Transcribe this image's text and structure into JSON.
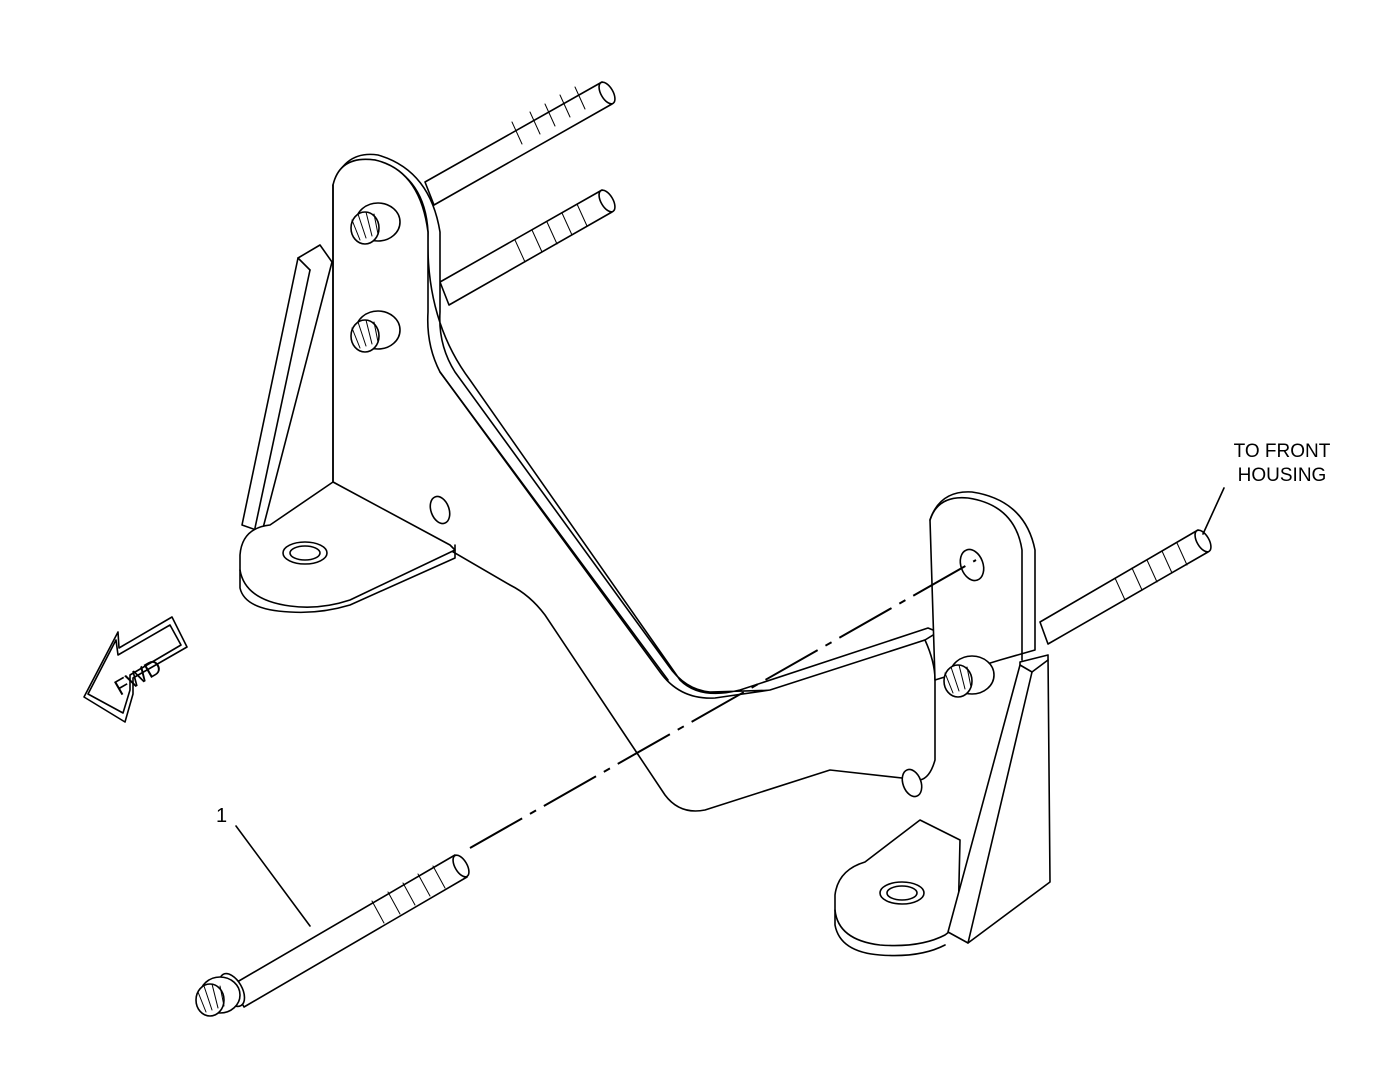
{
  "labels": {
    "callout_number": "1",
    "destination_line1": "TO FRONT",
    "destination_line2": "HOUSING",
    "direction_arrow": "FWD"
  },
  "icons": {
    "direction": "fwd-arrow-icon"
  },
  "colors": {
    "line": "#000000",
    "background": "#ffffff"
  }
}
